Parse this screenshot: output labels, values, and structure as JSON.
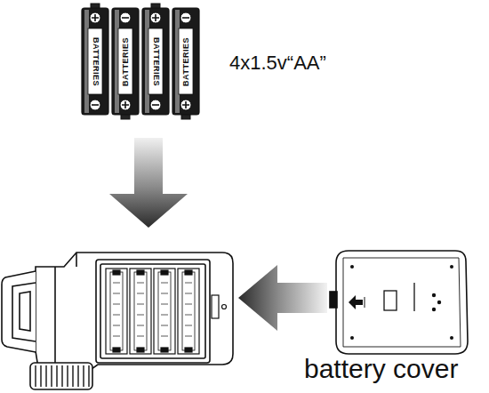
{
  "diagram": {
    "labels": [
      "4x1.5v“AA”",
      "BATTERIES",
      "BATTERIES",
      "BATTERIES",
      "BATTERIES",
      "battery cover"
    ]
  }
}
